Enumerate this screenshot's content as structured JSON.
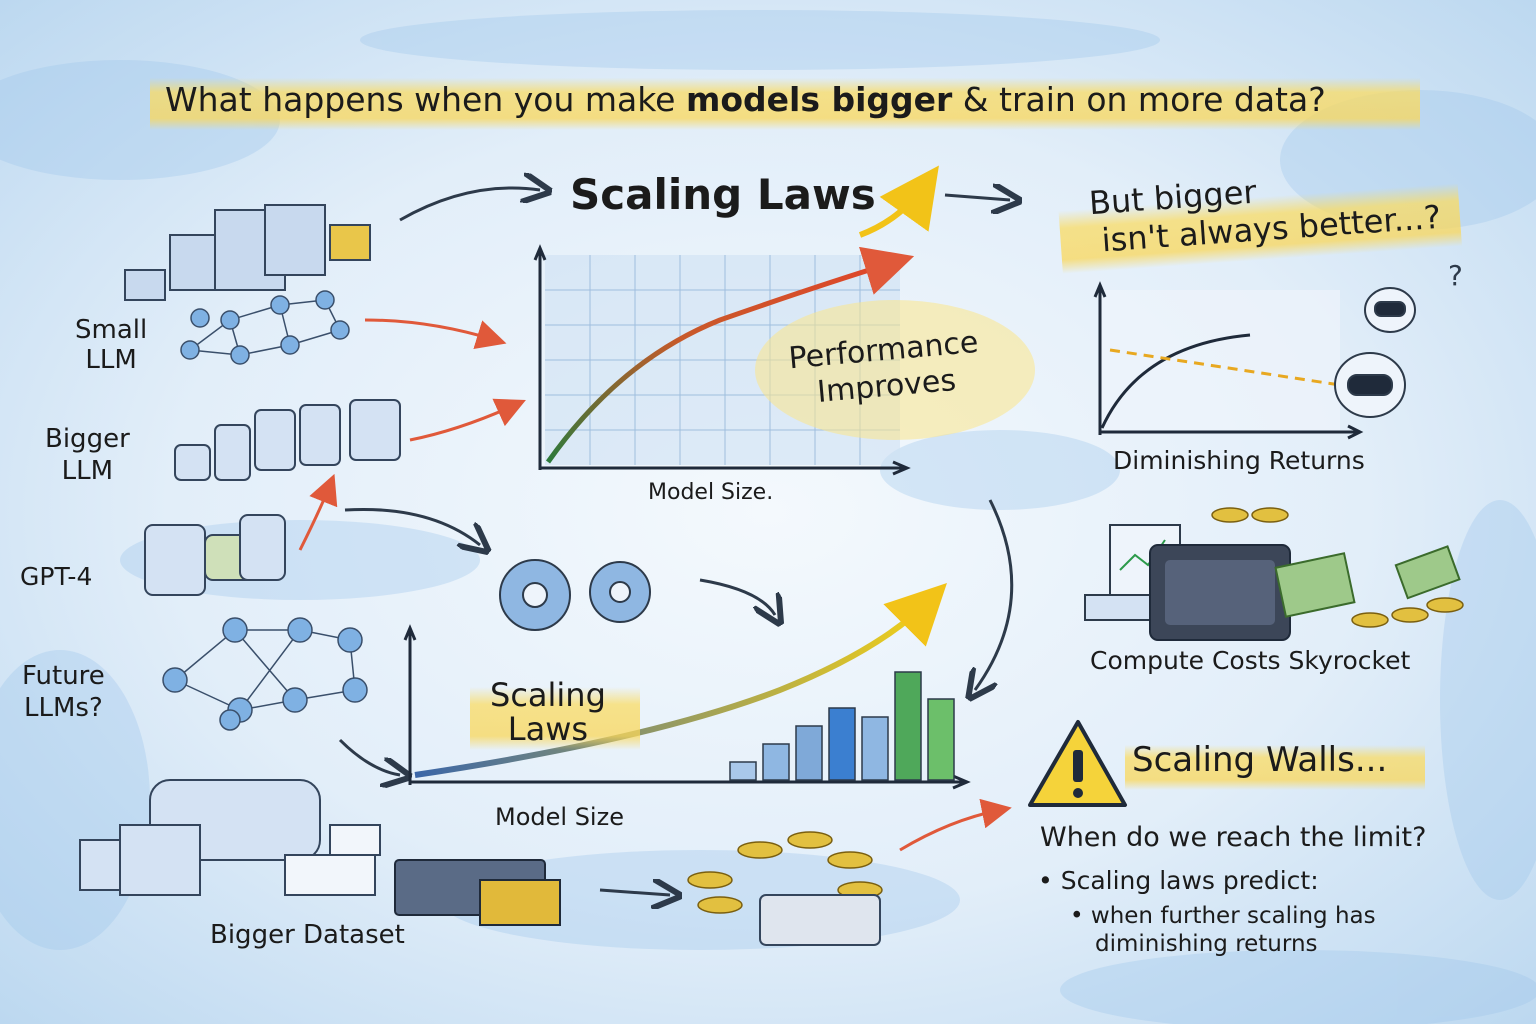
{
  "title": {
    "prefix": "What happens when you make ",
    "bold": "models bigger",
    "suffix": " & train on more data?"
  },
  "left_labels": {
    "small_llm": [
      "Small",
      "LLM"
    ],
    "bigger_llm": [
      "Bigger",
      "LLM"
    ],
    "gpt4": "GPT-4",
    "future_llms": [
      "Future",
      "LLMs?"
    ],
    "bigger_dataset": "Bigger Dataset"
  },
  "main_chart": {
    "title": "Scaling Laws",
    "xlabel": "Model Size.",
    "annotation": [
      "Performance",
      "Improves"
    ]
  },
  "lower_chart": {
    "title": [
      "Scaling",
      "Laws"
    ],
    "xlabel": "Model Size",
    "bar_values": [
      1,
      2,
      3,
      4,
      3.5,
      6,
      4.5
    ]
  },
  "right_panel": {
    "question": [
      "But bigger",
      "isn't always better...?"
    ],
    "diminishing_label": "Diminishing Returns",
    "compute_label": "Compute Costs Skyrocket",
    "walls_title": "Scaling Walls...",
    "walls_question": "When do we reach the limit?",
    "bullet_1": "Scaling laws predict:",
    "bullet_2": [
      "when further scaling has",
      "diminishing returns"
    ]
  },
  "colors": {
    "highlight": "#f7d85a",
    "arrow_red": "#e0593a",
    "arrow_dark": "#2d3a4a",
    "warning": "#f5d33a"
  }
}
